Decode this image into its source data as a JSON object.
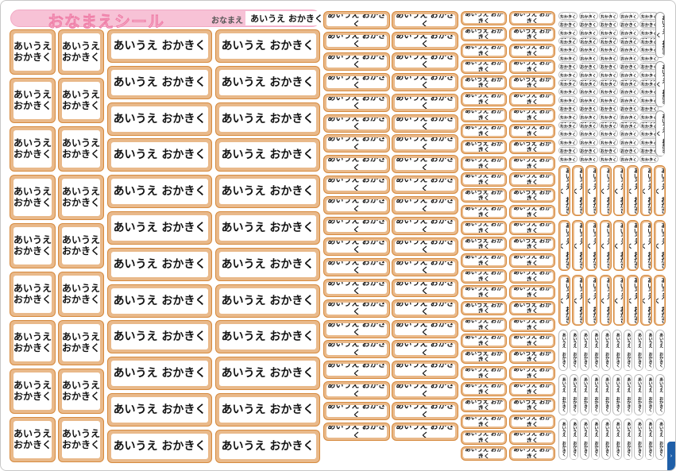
{
  "sheet": {
    "title": "おなまえシール",
    "name_label": "おなまえ",
    "name_value": "あいうえ おかきく",
    "corner_mark": "›"
  },
  "label_text": {
    "line1": "あいうえ",
    "line2": "おかきく",
    "full": "あいうえ おかきく"
  },
  "colors": {
    "frame_orange": "#e9b98a",
    "frame_dark": "#d68a3e",
    "frame_blue": "#6f8fc9",
    "title_pink": "#f7c2d6",
    "corner_blue": "#1f5fa8"
  }
}
